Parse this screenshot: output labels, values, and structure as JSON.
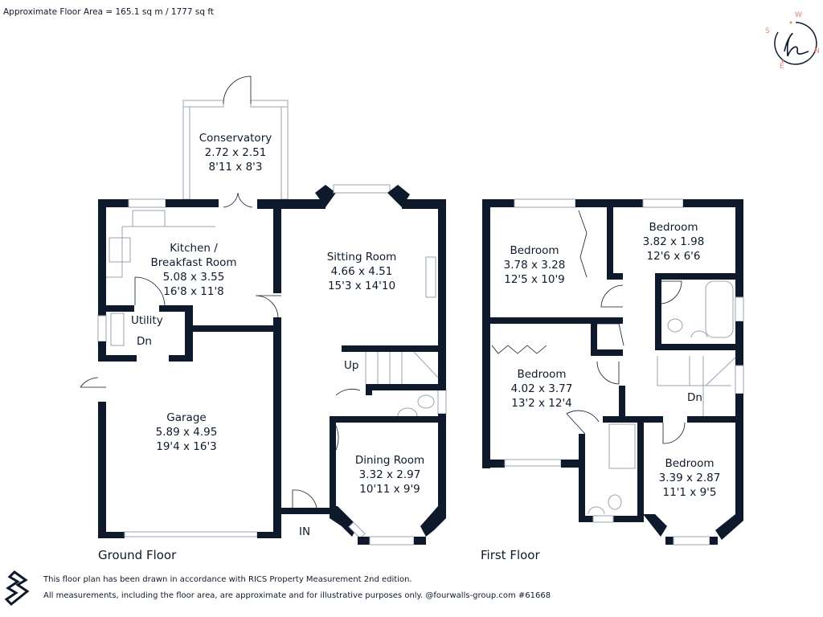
{
  "header": {
    "floor_area": "Approximate Floor Area = 165.1 sq m / 1777 sq ft"
  },
  "compass": {
    "north": "N",
    "south": "S",
    "east": "E",
    "west": "W",
    "logo_letter": "h",
    "accent": "#e8837a"
  },
  "ground_floor": {
    "title": "Ground Floor",
    "rooms": [
      {
        "name": "Conservatory",
        "metric": "2.72 x 2.51",
        "imperial": "8'11 x 8'3"
      },
      {
        "name": "Kitchen /",
        "name2": "Breakfast Room",
        "metric": "5.08 x 3.55",
        "imperial": "16'8 x 11'8"
      },
      {
        "name": "Sitting Room",
        "metric": "4.66 x 4.51",
        "imperial": "15'3 x 14'10"
      },
      {
        "name": "Garage",
        "metric": "5.89 x 4.95",
        "imperial": "19'4 x 16'3"
      },
      {
        "name": "Dining Room",
        "metric": "3.32 x 2.97",
        "imperial": "10'11 x 9'9"
      }
    ],
    "labels": {
      "utility": "Utility",
      "dn": "Dn",
      "up": "Up",
      "in": "IN"
    }
  },
  "first_floor": {
    "title": "First Floor",
    "rooms": [
      {
        "name": "Bedroom",
        "metric": "3.78 x 3.28",
        "imperial": "12'5 x 10'9"
      },
      {
        "name": "Bedroom",
        "metric": "3.82 x 1.98",
        "imperial": "12'6 x 6'6"
      },
      {
        "name": "Bedroom",
        "metric": "4.02 x 3.77",
        "imperial": "13'2 x 12'4"
      },
      {
        "name": "Bedroom",
        "metric": "3.39 x 2.87",
        "imperial": "11'1 x 9'5"
      }
    ],
    "labels": {
      "dn": "Dn"
    }
  },
  "footer": {
    "line1": "This floor plan has been drawn in accordance with RICS Property Measurement 2nd edition.",
    "line2": "All measurements, including the floor area, are approximate and for illustrative purposes only. @fourwalls-group.com #61668"
  },
  "colors": {
    "wall": "#0e1a2b",
    "fixture": "#9aa3b0"
  }
}
